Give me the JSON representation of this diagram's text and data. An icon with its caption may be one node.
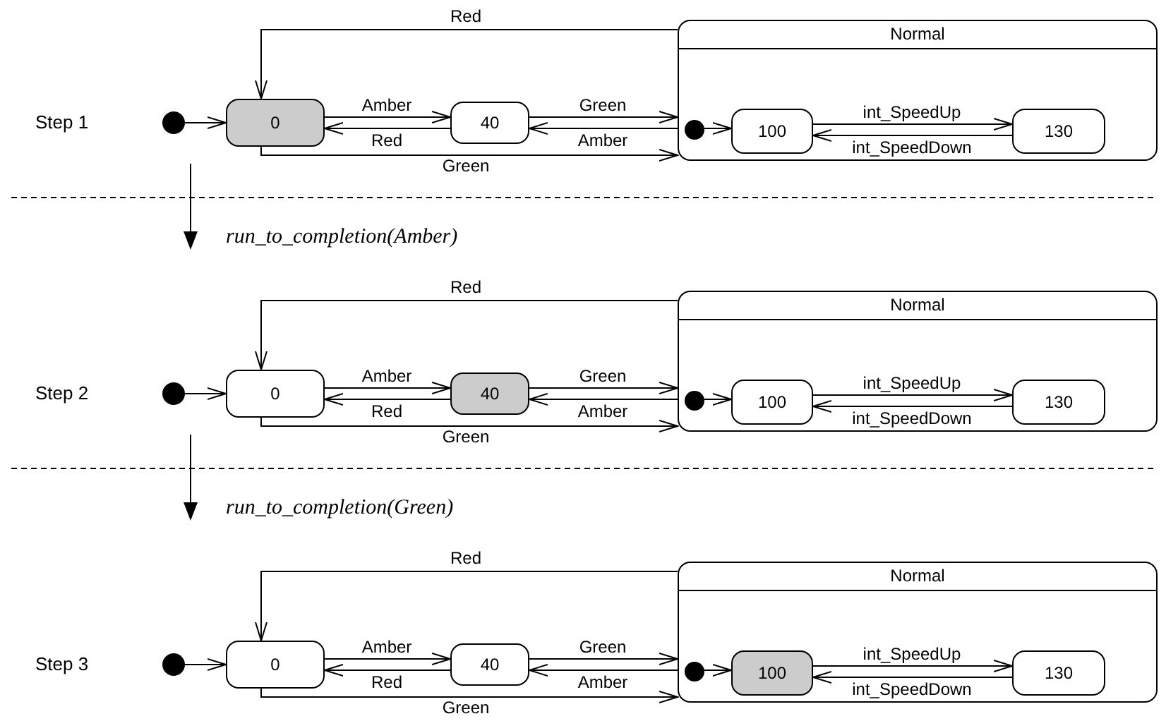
{
  "diagram": {
    "nodes": [
      {
        "text": [],
        "shape": "circle"
      },
      {
        "text": [
          "0"
        ]
      },
      {
        "text": [
          "40"
        ]
      },
      {
        "text": [
          "Normal"
        ]
      },
      {
        "text": [],
        "shape": "circle",
        "in": 3
      },
      {
        "text": [
          "100"
        ],
        "in": 3
      },
      {
        "text": [
          "130"
        ],
        "in": 3
      },
      {
        "text": [],
        "shape": "circle"
      },
      {
        "text": [
          "0"
        ]
      },
      {
        "text": [
          "40"
        ]
      },
      {
        "text": [
          "Normal"
        ]
      },
      {
        "text": [],
        "shape": "circle",
        "in": 10
      },
      {
        "text": [
          "100"
        ],
        "in": 10
      },
      {
        "text": [
          "130"
        ],
        "in": 10
      },
      {
        "text": [],
        "shape": "circle"
      },
      {
        "text": [
          "0"
        ]
      },
      {
        "text": [
          "40"
        ]
      },
      {
        "text": [
          "Normal"
        ]
      },
      {
        "text": [],
        "shape": "circle",
        "in": 17
      },
      {
        "text": [
          "100"
        ],
        "in": 17
      },
      {
        "text": [
          "130"
        ],
        "in": 17
      }
    ],
    "edges": [
      {
        "from": 0,
        "to": 1,
        "arrow": "to"
      },
      {
        "from": 1,
        "to": 2,
        "arrow": "to",
        "label": "Amber"
      },
      {
        "from": 2,
        "to": 1,
        "arrow": "to",
        "label": "Red"
      },
      {
        "from": 2,
        "to": 3,
        "arrow": "to",
        "label": "Green"
      },
      {
        "from": 3,
        "to": 2,
        "arrow": "to",
        "label": "Amber"
      },
      {
        "from": 3,
        "to": 1,
        "arrow": "to",
        "label": "Red"
      },
      {
        "from": 1,
        "to": 3,
        "arrow": "to",
        "label": "Green"
      },
      {
        "from": 4,
        "to": 5,
        "arrow": "to"
      },
      {
        "from": 5,
        "to": 6,
        "arrow": "to",
        "label": "int_SpeedUp"
      },
      {
        "from": 6,
        "to": 5,
        "arrow": "to",
        "label": "int_SpeedDown"
      },
      {
        "from": 7,
        "to": 8,
        "arrow": "to"
      },
      {
        "from": 8,
        "to": 9,
        "arrow": "to",
        "label": "Amber"
      },
      {
        "from": 9,
        "to": 8,
        "arrow": "to",
        "label": "Red"
      },
      {
        "from": 9,
        "to": 10,
        "arrow": "to",
        "label": "Green"
      },
      {
        "from": 10,
        "to": 9,
        "arrow": "to",
        "label": "Amber"
      },
      {
        "from": 10,
        "to": 8,
        "arrow": "to",
        "label": "Red"
      },
      {
        "from": 8,
        "to": 10,
        "arrow": "to",
        "label": "Green"
      },
      {
        "from": 11,
        "to": 12,
        "arrow": "to"
      },
      {
        "from": 12,
        "to": 13,
        "arrow": "to",
        "label": "int_SpeedUp"
      },
      {
        "from": 13,
        "to": 12,
        "arrow": "to",
        "label": "int_SpeedDown"
      },
      {
        "from": 14,
        "to": 15,
        "arrow": "to"
      },
      {
        "from": 15,
        "to": 16,
        "arrow": "to",
        "label": "Amber"
      },
      {
        "from": 16,
        "to": 15,
        "arrow": "to",
        "label": "Red"
      },
      {
        "from": 16,
        "to": 17,
        "arrow": "to",
        "label": "Green"
      },
      {
        "from": 17,
        "to": 16,
        "arrow": "to",
        "label": "Amber"
      },
      {
        "from": 17,
        "to": 15,
        "arrow": "to",
        "label": "Red"
      },
      {
        "from": 15,
        "to": 17,
        "arrow": "to",
        "label": "Green"
      },
      {
        "from": 18,
        "to": 19,
        "arrow": "to"
      },
      {
        "from": 19,
        "to": 20,
        "arrow": "to",
        "label": "int_SpeedUp"
      },
      {
        "from": 20,
        "to": 19,
        "arrow": "to",
        "label": "int_SpeedDown"
      }
    ],
    "labels": [
      "Step 1",
      "run_to_completion(Amber)",
      "Step 2",
      "run_to_completion(Green)",
      "Step 3"
    ]
  }
}
